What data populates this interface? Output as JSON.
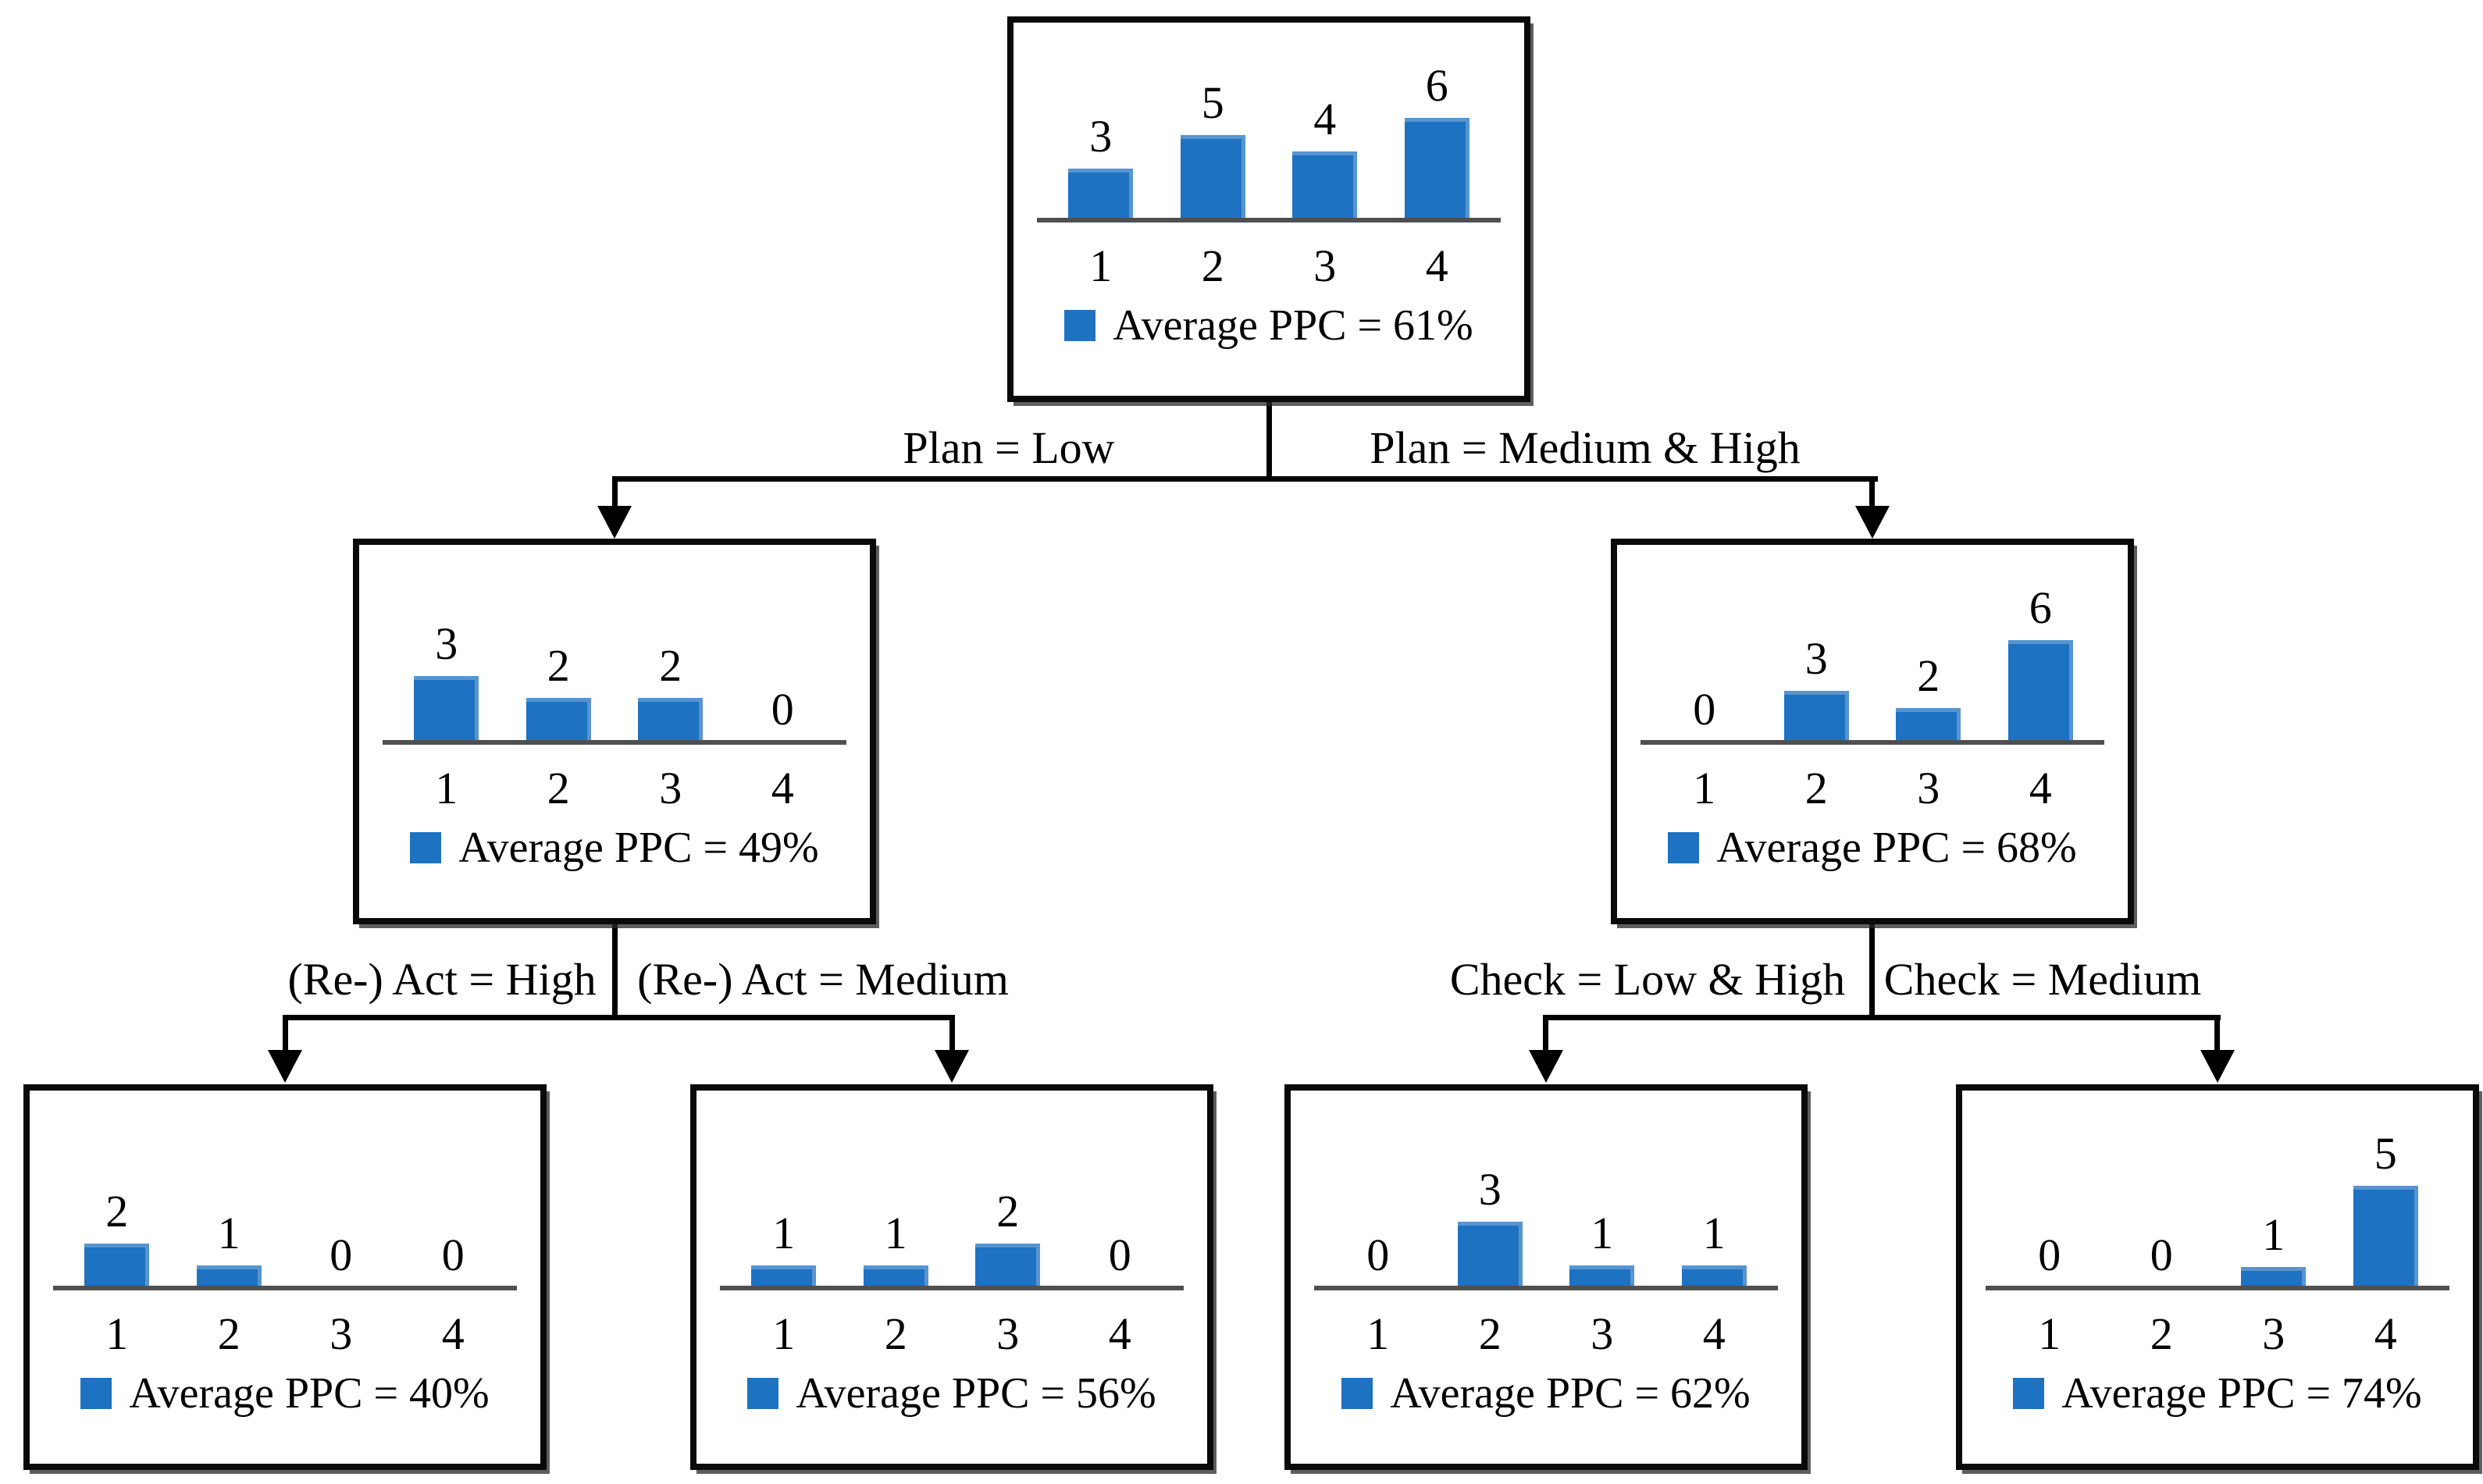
{
  "colors": {
    "bar": "#1E72C2",
    "axis": "#4F4F4F",
    "connector": "#000000",
    "node_border": "#0A0A0A"
  },
  "edges": [
    {
      "from": "root",
      "to": "plan-low",
      "label": "Plan = Low"
    },
    {
      "from": "root",
      "to": "plan-medium-high",
      "label": "Plan = Medium & High"
    },
    {
      "from": "plan-low",
      "to": "react-high",
      "label": "(Re-) Act = High"
    },
    {
      "from": "plan-low",
      "to": "react-medium",
      "label": "(Re-) Act = Medium"
    },
    {
      "from": "plan-medium-high",
      "to": "check-low-high",
      "label": "Check = Low & High"
    },
    {
      "from": "plan-medium-high",
      "to": "check-medium",
      "label": "Check = Medium"
    }
  ],
  "chart_data": [
    {
      "type": "bar",
      "node": "root",
      "categories": [
        "1",
        "2",
        "3",
        "4"
      ],
      "values": [
        3,
        5,
        4,
        6
      ],
      "legend": "Average PPC = 61%"
    },
    {
      "type": "bar",
      "node": "plan-low",
      "categories": [
        "1",
        "2",
        "3",
        "4"
      ],
      "values": [
        3,
        2,
        2,
        0
      ],
      "legend": "Average PPC = 49%"
    },
    {
      "type": "bar",
      "node": "plan-medium-high",
      "categories": [
        "1",
        "2",
        "3",
        "4"
      ],
      "values": [
        0,
        3,
        2,
        6
      ],
      "legend": "Average PPC = 68%"
    },
    {
      "type": "bar",
      "node": "react-high",
      "categories": [
        "1",
        "2",
        "3",
        "4"
      ],
      "values": [
        2,
        1,
        0,
        0
      ],
      "legend": "Average PPC = 40%"
    },
    {
      "type": "bar",
      "node": "react-medium",
      "categories": [
        "1",
        "2",
        "3",
        "4"
      ],
      "values": [
        1,
        1,
        2,
        0
      ],
      "legend": "Average PPC = 56%"
    },
    {
      "type": "bar",
      "node": "check-low-high",
      "categories": [
        "1",
        "2",
        "3",
        "4"
      ],
      "values": [
        0,
        3,
        1,
        1
      ],
      "legend": "Average PPC = 62%"
    },
    {
      "type": "bar",
      "node": "check-medium",
      "categories": [
        "1",
        "2",
        "3",
        "4"
      ],
      "values": [
        0,
        0,
        1,
        5
      ],
      "legend": "Average PPC = 74%"
    }
  ]
}
